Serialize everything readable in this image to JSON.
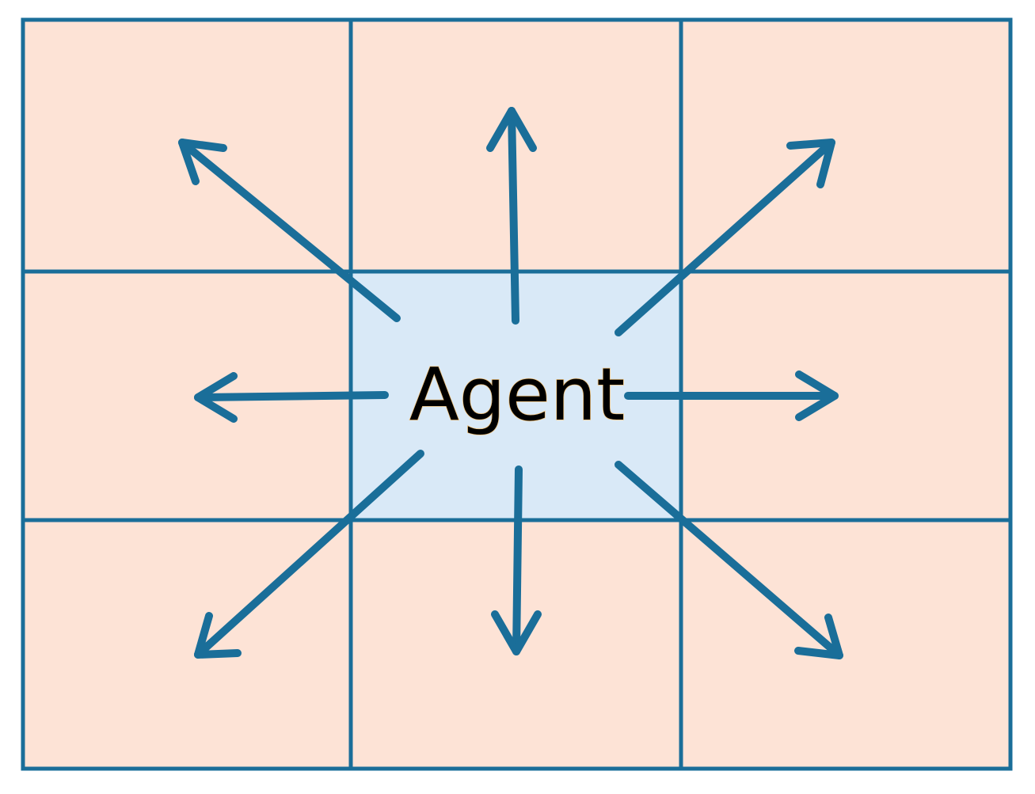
{
  "diagram": {
    "center_label": "Agent",
    "grid": {
      "rows": 3,
      "cols": 3
    },
    "directions": [
      "north",
      "north-east",
      "east",
      "south-east",
      "south",
      "south-west",
      "west",
      "north-west"
    ]
  },
  "colors": {
    "grid_line": "#1a6e99",
    "outer_cell_fill": "#fde3d6",
    "center_cell_fill": "#d9e9f7",
    "arrow": "#1a6e99"
  }
}
